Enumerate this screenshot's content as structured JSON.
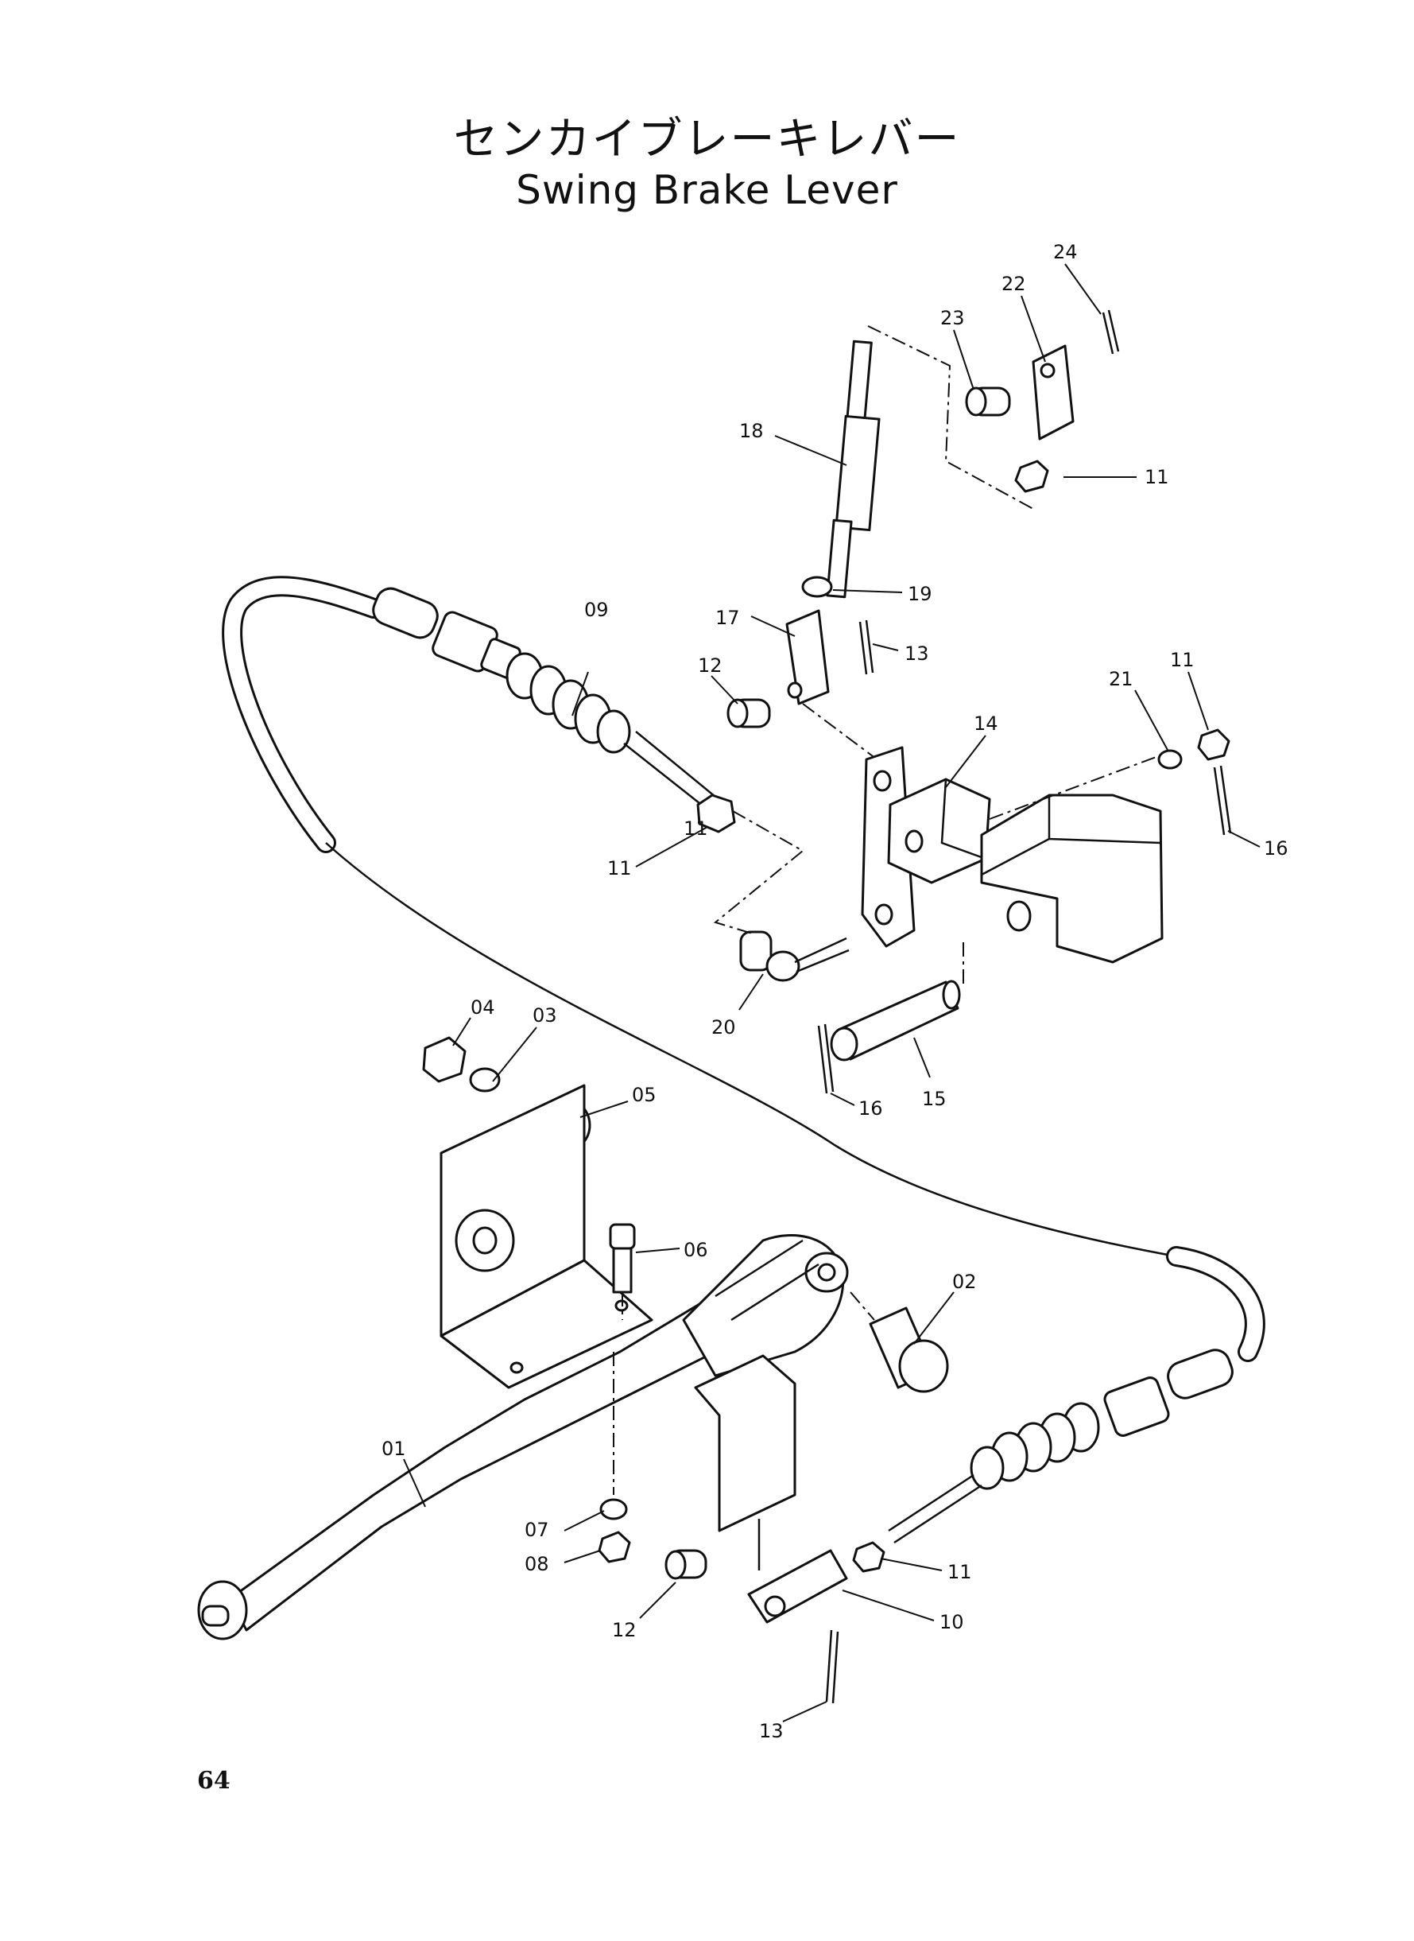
{
  "title_jp": "センカイブレーキレバー",
  "title_en": "Swing Brake Lever",
  "page_number": "64",
  "part_labels": {
    "p01": "01",
    "p02": "02",
    "p03": "03",
    "p04": "04",
    "p05": "05",
    "p06": "06",
    "p07": "07",
    "p08": "08",
    "p09": "09",
    "p10": "10",
    "p11a": "11",
    "p11b": "11",
    "p11c": "11",
    "p11d": "11",
    "p11e": "11",
    "p12a": "12",
    "p12b": "12",
    "p13a": "13",
    "p13b": "13",
    "p14": "14",
    "p15": "15",
    "p16a": "16",
    "p16b": "16",
    "p17": "17",
    "p18": "18",
    "p19": "19",
    "p20": "20",
    "p21": "21",
    "p22": "22",
    "p23": "23",
    "p24": "24"
  }
}
